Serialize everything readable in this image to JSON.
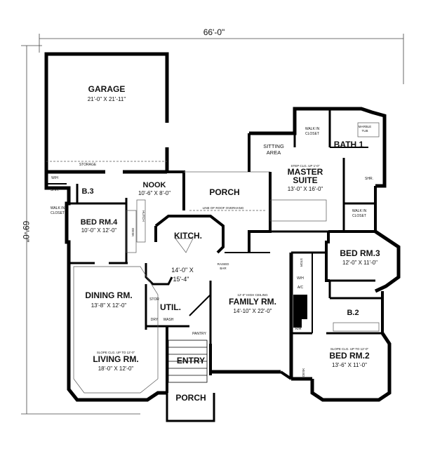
{
  "overall": {
    "width": "66'-0\"",
    "depth": "69'-0\""
  },
  "rooms": {
    "garage": {
      "name": "GARAGE",
      "dim": "21'-0\" X 21'-11\""
    },
    "storage": "STORAGE",
    "b3": "B.3",
    "bed4": {
      "name": "BED RM.4",
      "dim": "10'-0\" X 12'-0\""
    },
    "nook": {
      "name": "NOOK",
      "dim": "10'-6\" X 8'-0\""
    },
    "porch_top": "PORCH",
    "roof_note": "LINE OF ROOF OVERHANG",
    "kitchen": {
      "name": "KITCH.",
      "dim1": "14'-0\" X",
      "dim2": "15'-4\""
    },
    "raised_bar": [
      "RAISED",
      "BAR"
    ],
    "dining": {
      "name": "DINING RM.",
      "dim": "13'-8\" X 12'-0\""
    },
    "living": {
      "note": "SLOPE CLG. UP TO 12'-0\"",
      "name": "LIVING RM.",
      "dim": "18'-0\" X 12'-0\""
    },
    "util": "UTIL.",
    "dry": "DRY",
    "wash": "WASH",
    "stor": "STOR",
    "pantry": "PANTRY",
    "entry": "ENTRY",
    "porch_bottom": "PORCH",
    "family": {
      "note": "12'-0\" HIGH CEILING",
      "name": "FAMILY RM.",
      "dim": "14'-10\" X 22'-0\""
    },
    "sitting": [
      "SITTING",
      "AREA"
    ],
    "master": {
      "note": "STEP CLG. UP 1'-0\"",
      "name1": "MASTER",
      "name2": "SUITE",
      "dim": "13'-0\" X 16'-0\""
    },
    "walkin_master": [
      "WALK IN",
      "CLOSET"
    ],
    "marble": [
      "MARBLE",
      "TUB"
    ],
    "bath1": "BATH 1",
    "shr": "SHR.",
    "walkin_right": [
      "WALK IN",
      "CLOSET"
    ],
    "bed3": {
      "name": "BED RM.3",
      "dim": "12'-0\" X 11'-0\""
    },
    "b2": "B.2",
    "bed2": {
      "note": "SLOPE CLG. UP TO 12'-0\"",
      "name": "BED RM.2",
      "dim": "13'-6\" X 11'-0\""
    },
    "wh": "W/H",
    "ac": "A/C",
    "ra": "R/A",
    "stor_right": "STOR",
    "desk": "DESK",
    "hutch": "HUTCH",
    "wh_left": "W/H",
    "shr_left": "SHR.",
    "walkin_left": [
      "WALK IN",
      "CLOSET"
    ]
  }
}
